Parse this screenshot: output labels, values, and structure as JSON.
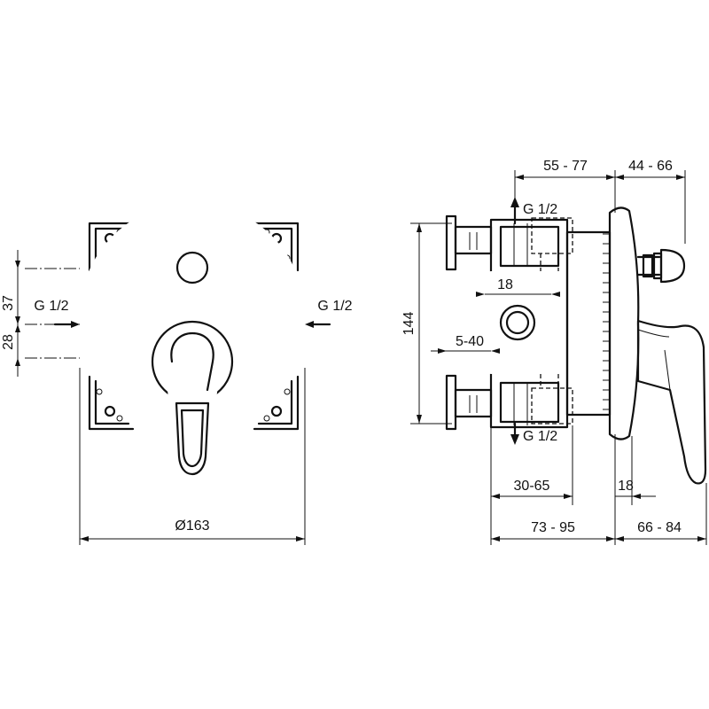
{
  "front_view": {
    "dim_left_upper": "37",
    "dim_left_lower": "28",
    "thread_left": "G 1/2",
    "thread_right": "G 1/2",
    "diameter": "Ø163"
  },
  "side_view": {
    "dim_top_left": "55 - 77",
    "dim_top_right": "44 - 66",
    "height": "144",
    "thread_top": "G 1/2",
    "thread_bottom": "G 1/2",
    "dim_center": "18",
    "dim_range": "5-40",
    "dim_bottom_left_upper": "30-65",
    "dim_bottom_right_upper": "18",
    "dim_bottom_left_lower": "73 - 95",
    "dim_bottom_right_lower": "66 - 84"
  }
}
